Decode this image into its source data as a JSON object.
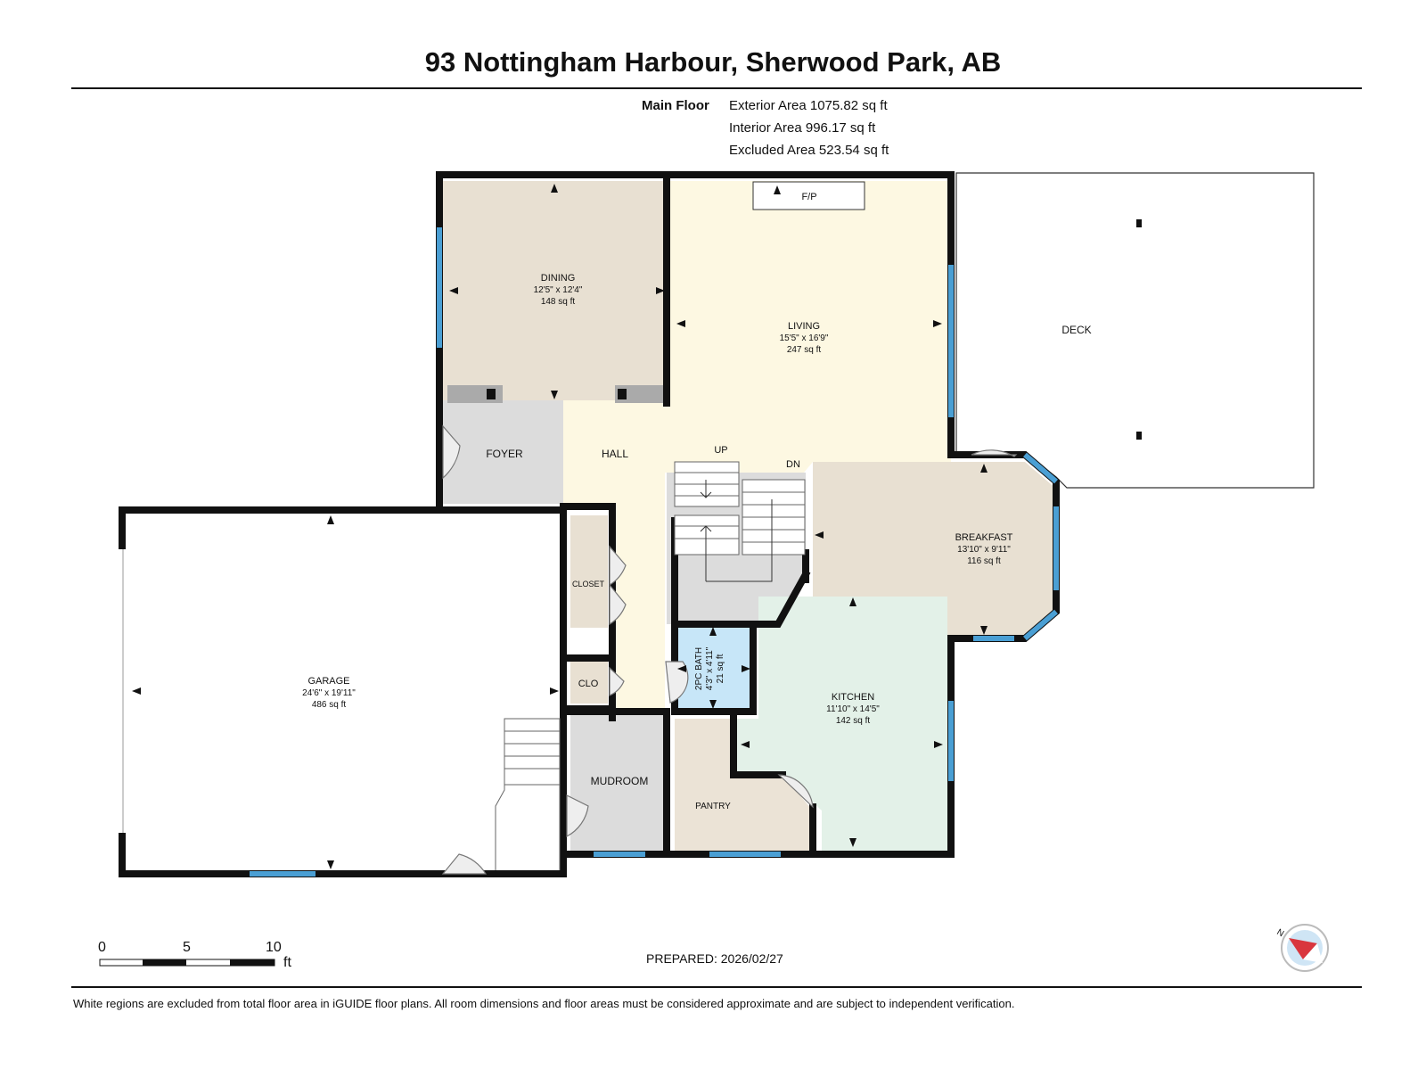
{
  "title": "93 Nottingham Harbour, Sherwood Park, AB",
  "floor": {
    "name": "Main Floor",
    "areas": [
      "Exterior Area 1075.82 sq ft",
      "Interior Area 996.17 sq ft",
      "Excluded Area 523.54 sq ft"
    ]
  },
  "rooms": {
    "dining": {
      "name": "DINING",
      "dims": "12'5\" x 12'4\"",
      "area": "148 sq ft"
    },
    "living": {
      "name": "LIVING",
      "dims": "15'5\" x 16'9\"",
      "area": "247 sq ft"
    },
    "fp": "F/P",
    "deck": "DECK",
    "foyer": "FOYER",
    "hall": "HALL",
    "up": "UP",
    "dn": "DN",
    "breakfast": {
      "name": "BREAKFAST",
      "dims": "13'10\" x 9'11\"",
      "area": "116 sq ft"
    },
    "closet": "CLOSET",
    "clo": "CLO",
    "bath": {
      "name": "2PC BATH",
      "dims": "4'3\" x 4'11\"",
      "area": "21 sq ft"
    },
    "kitchen": {
      "name": "KITCHEN",
      "dims": "11'10\" x 14'5\"",
      "area": "142 sq ft"
    },
    "garage": {
      "name": "GARAGE",
      "dims": "24'6\" x 19'11\"",
      "area": "486 sq ft"
    },
    "mudroom": "MUDROOM",
    "pantry": "PANTRY"
  },
  "scale": {
    "labels": [
      "0",
      "5",
      "10"
    ],
    "unit": "ft"
  },
  "prepared": "PREPARED: 2026/02/27",
  "disclaimer": "White regions are excluded from total floor area in iGUIDE floor plans. All room dimensions and floor areas must be considered approximate and are subject to independent verification.",
  "compass_label": "N",
  "colors": {
    "dining": "#e8e0d2",
    "living": "#fdf8e2",
    "foyer": "#dcdcdc",
    "breakfast": "#e8e0d2",
    "bath": "#c7e6f8",
    "kitchen": "#e3f1e8",
    "pantry": "#ebe3d6",
    "mudroom": "#dcdcdc",
    "wall": "#111111",
    "window": "#4a9fd4",
    "compass": "#d9363e"
  }
}
